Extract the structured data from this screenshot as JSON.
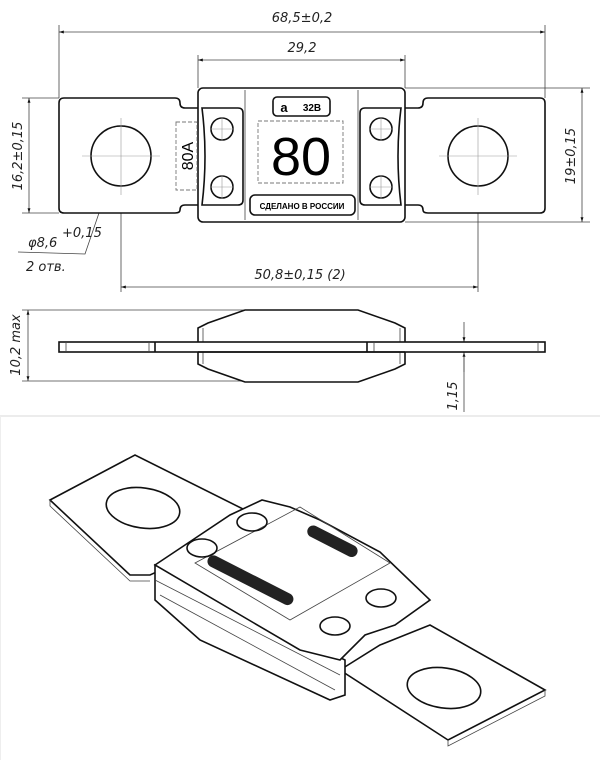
{
  "dimensions": {
    "overall_length": "68,5±0,2",
    "body_length": "29,2",
    "tab_width": "16,2±0,15",
    "body_width": "19±0,15",
    "hole_diameter": "φ8,6",
    "hole_tolerance": "+0,15",
    "hole_count": "2 отв.",
    "hole_spacing": "50,8±0,15 (2)",
    "max_height": "10,2 max",
    "tab_thickness": "1,15"
  },
  "fuse_markings": {
    "rating_large": "80",
    "rating_side": "80A",
    "voltage": "32В",
    "logo": "а",
    "origin": "СДЕЛАНО В РОССИИ"
  }
}
